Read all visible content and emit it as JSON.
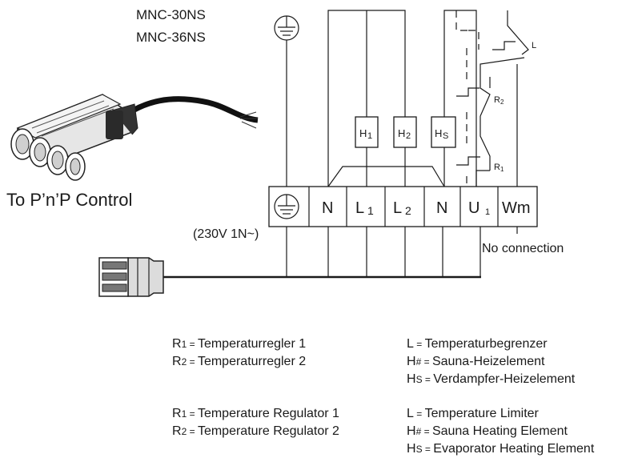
{
  "models": [
    "MNC-30NS",
    "MNC-36NS"
  ],
  "control_label": "To P’n’P Control",
  "supply_label": "(230V 1N~)",
  "no_connection_label": "No connection",
  "terminals": {
    "n1": {
      "main": "N"
    },
    "l1": {
      "main": "L",
      "sub": "1"
    },
    "l2": {
      "main": "L",
      "sub": "2"
    },
    "n2": {
      "main": "N"
    },
    "u1": {
      "main": "U",
      "sub": "1"
    },
    "wm": {
      "main": "Wm"
    }
  },
  "elements": {
    "h1": {
      "main": "H",
      "sub": "1"
    },
    "h2": {
      "main": "H",
      "sub": "2"
    },
    "hs": {
      "main": "H",
      "sub": "S"
    }
  },
  "switches": {
    "l": "L",
    "r2": {
      "main": "R",
      "sub": "2"
    },
    "r1": {
      "main": "R",
      "sub": "1"
    }
  },
  "legend_de": [
    {
      "sym": "R",
      "sub": "1",
      "eq": " = ",
      "text": "Temperaturregler 1"
    },
    {
      "sym": "R",
      "sub": "2",
      "eq": " = ",
      "text": "Temperaturregler 2"
    },
    {
      "sym": "L",
      "sub": "",
      "eq": "  = ",
      "text": "Temperaturbegrenzer"
    },
    {
      "sym": "H",
      "sub": "#",
      "eq": " = ",
      "text": "Sauna-Heizelement"
    },
    {
      "sym": "H",
      "sub": "S",
      "eq": " = ",
      "text": "Verdampfer-Heizelement"
    }
  ],
  "legend_en": [
    {
      "sym": "R",
      "sub": "1",
      "eq": " = ",
      "text": "Temperature Regulator 1"
    },
    {
      "sym": "R",
      "sub": "2",
      "eq": " = ",
      "text": "Temperature Regulator 2"
    },
    {
      "sym": "L",
      "sub": "",
      "eq": "  = ",
      "text": "Temperature Limiter"
    },
    {
      "sym": "H",
      "sub": "#",
      "eq": " = ",
      "text": "Sauna Heating Element"
    },
    {
      "sym": "H",
      "sub": "S",
      "eq": " = ",
      "text": "Evaporator Heating Element"
    }
  ]
}
